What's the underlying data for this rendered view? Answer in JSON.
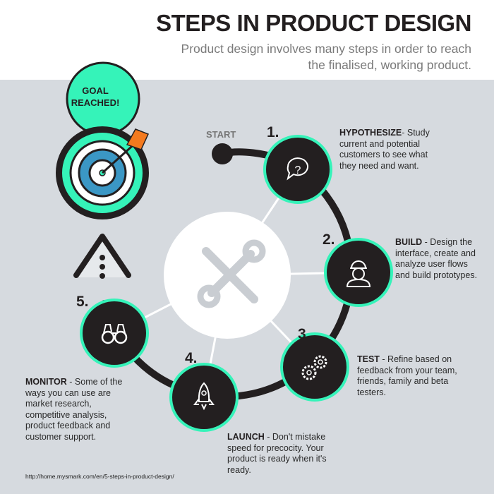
{
  "header": {
    "title": "STEPS IN PRODUCT DESIGN",
    "subtitle": "Product design involves many steps in order to reach the finalised, working product."
  },
  "goal": {
    "label": "GOAL REACHED!",
    "icon": "target-arrow-icon"
  },
  "start_label": "START",
  "colors": {
    "accent": "#35f3b9",
    "dark": "#231f20",
    "background": "#d6dadf"
  },
  "hub_icon": "tools-icon",
  "steps": [
    {
      "number": "1.",
      "title": "HYPOTHESIZE",
      "text": "- Study current and potential customers to see what they need and want.",
      "icon": "speech-question-icon"
    },
    {
      "number": "2.",
      "title": "BUILD",
      "text": " - Design the interface, create and analyze user flows and build prototypes.",
      "icon": "worker-icon"
    },
    {
      "number": "3.",
      "title": "TEST",
      "text": " - Refine based on feedback from your team, friends, family and beta testers.",
      "icon": "gears-icon"
    },
    {
      "number": "4.",
      "title": "LAUNCH",
      "text": " - Don't mistake speed for precocity. Your product is ready when it's ready.",
      "icon": "rocket-icon"
    },
    {
      "number": "5.",
      "title": "MONITOR",
      "text": " - Some of the ways you can use are market research, competitive analysis, product feedback and customer support.",
      "icon": "binoculars-icon"
    }
  ],
  "source_url": "http://home.mysmark.com/en/5-steps-in-product-design/"
}
